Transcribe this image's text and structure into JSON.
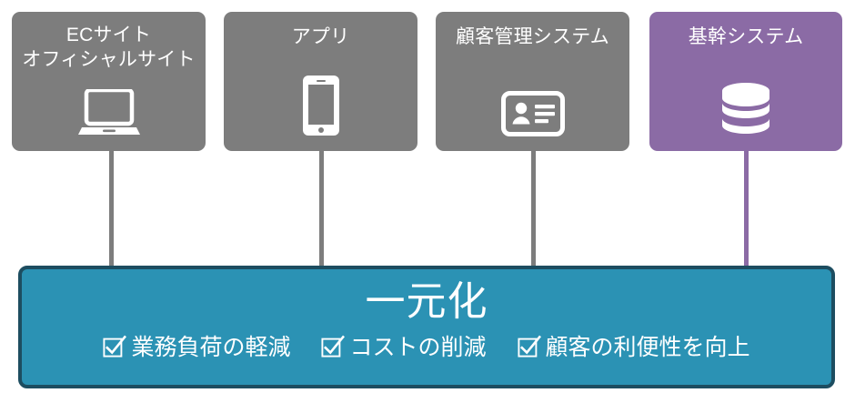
{
  "diagram": {
    "title_visible": false,
    "colors": {
      "source_box": "#7d7d7d",
      "accent_box": "#8b6ba5",
      "unified_fill": "#2b92b4",
      "unified_border": "#1d4d60",
      "text": "#ffffff",
      "background": "#ffffff"
    },
    "sources": [
      {
        "id": "ec-site",
        "label": "ECサイト\nオフィシャルサイト",
        "icon": "laptop-icon",
        "accent": false
      },
      {
        "id": "app",
        "label": "アプリ",
        "icon": "smartphone-icon",
        "accent": false
      },
      {
        "id": "crm",
        "label": "顧客管理システム",
        "icon": "id-card-icon",
        "accent": false
      },
      {
        "id": "core-system",
        "label": "基幹システム",
        "icon": "database-icon",
        "accent": true
      }
    ],
    "unified": {
      "title": "一元化",
      "benefits": [
        {
          "id": "workload",
          "label": "業務負荷の軽減",
          "icon": "checkbox-checked-icon"
        },
        {
          "id": "cost",
          "label": "コストの削減",
          "icon": "checkbox-checked-icon"
        },
        {
          "id": "convenience",
          "label": "顧客の利便性を向上",
          "icon": "checkbox-checked-icon"
        }
      ]
    }
  }
}
